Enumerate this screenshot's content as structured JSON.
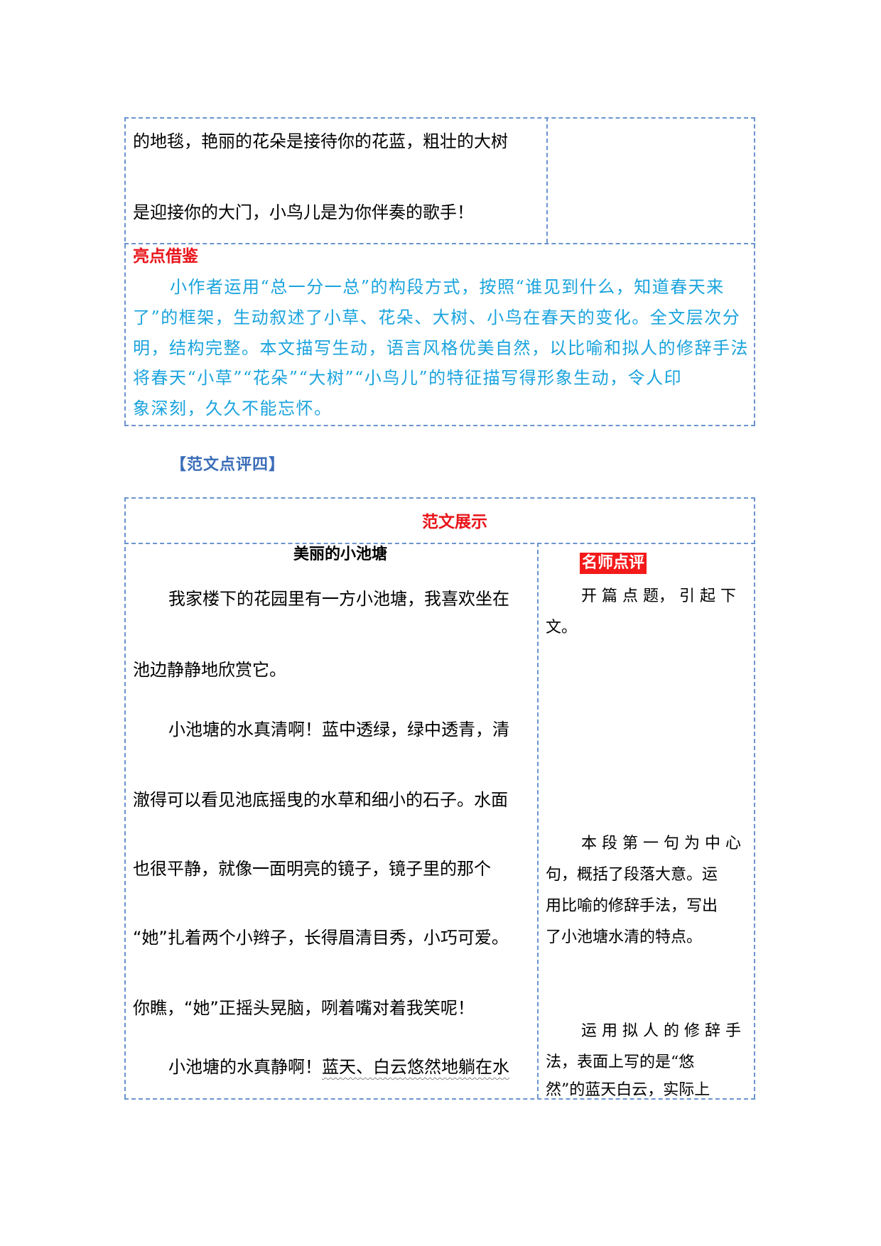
{
  "table1": {
    "essay_lines": [
      "的地毯，艳丽的花朵是接待你的花蓝，粗壮的大树",
      "是迎接你的大门，小鸟儿是为你伴奏的歌手！"
    ],
    "highlight_heading": "亮点借鉴",
    "highlight_lines": [
      "小作者运用“总一分一总”的构段方式，按照“谁见到什么，知道春天来",
      "了”的框架，生动叙述了小草、花朵、大树、小鸟在春天的变化。全文层次分",
      "明，结构完整。本文描写生动，语言风格优美自然，以比喻和拟人的修辞手法",
      "将春天“小草”“花朵”“大树”“小鸟儿”的特征描写得形象生动，令人印",
      "象深刻，久久不能忘怀。"
    ]
  },
  "section_title": "【范文点评四】",
  "table2": {
    "header": "范文展示",
    "essay_title": "美丽的小池塘",
    "essay_lines": [
      "我家楼下的花园里有一方小池塘，我喜欢坐在",
      "池边静静地欣赏它。",
      "小池塘的水真清啊！蓝中透绿，绿中透青，清",
      "澈得可以看见池底摇曳的水草和细小的石子。水面",
      "也很平静，就像一面明亮的镜子，镜子里的那个",
      "“她”扎着两个小辫子，长得眉清目秀，小巧可爱。",
      "你瞧，“她”正摇头晃脑，咧着嘴对着我笑呢！",
      "小池塘的水真静啊！",
      "蓝天、白云悠然地躺在水"
    ],
    "comment_badge": "名师点评",
    "comments": [
      [
        "开 篇 点 题， 引 起 下",
        "文。"
      ],
      [
        "本 段 第 一 句 为 中 心",
        "句，概括了段落大意。运",
        "用比喻的修辞手法，写出",
        "了小池塘水清的特点。"
      ],
      [
        "运 用 拟 人 的 修 辞 手",
        "法，表面上写的是“悠",
        "然”的蓝天白云，实际上"
      ]
    ]
  }
}
